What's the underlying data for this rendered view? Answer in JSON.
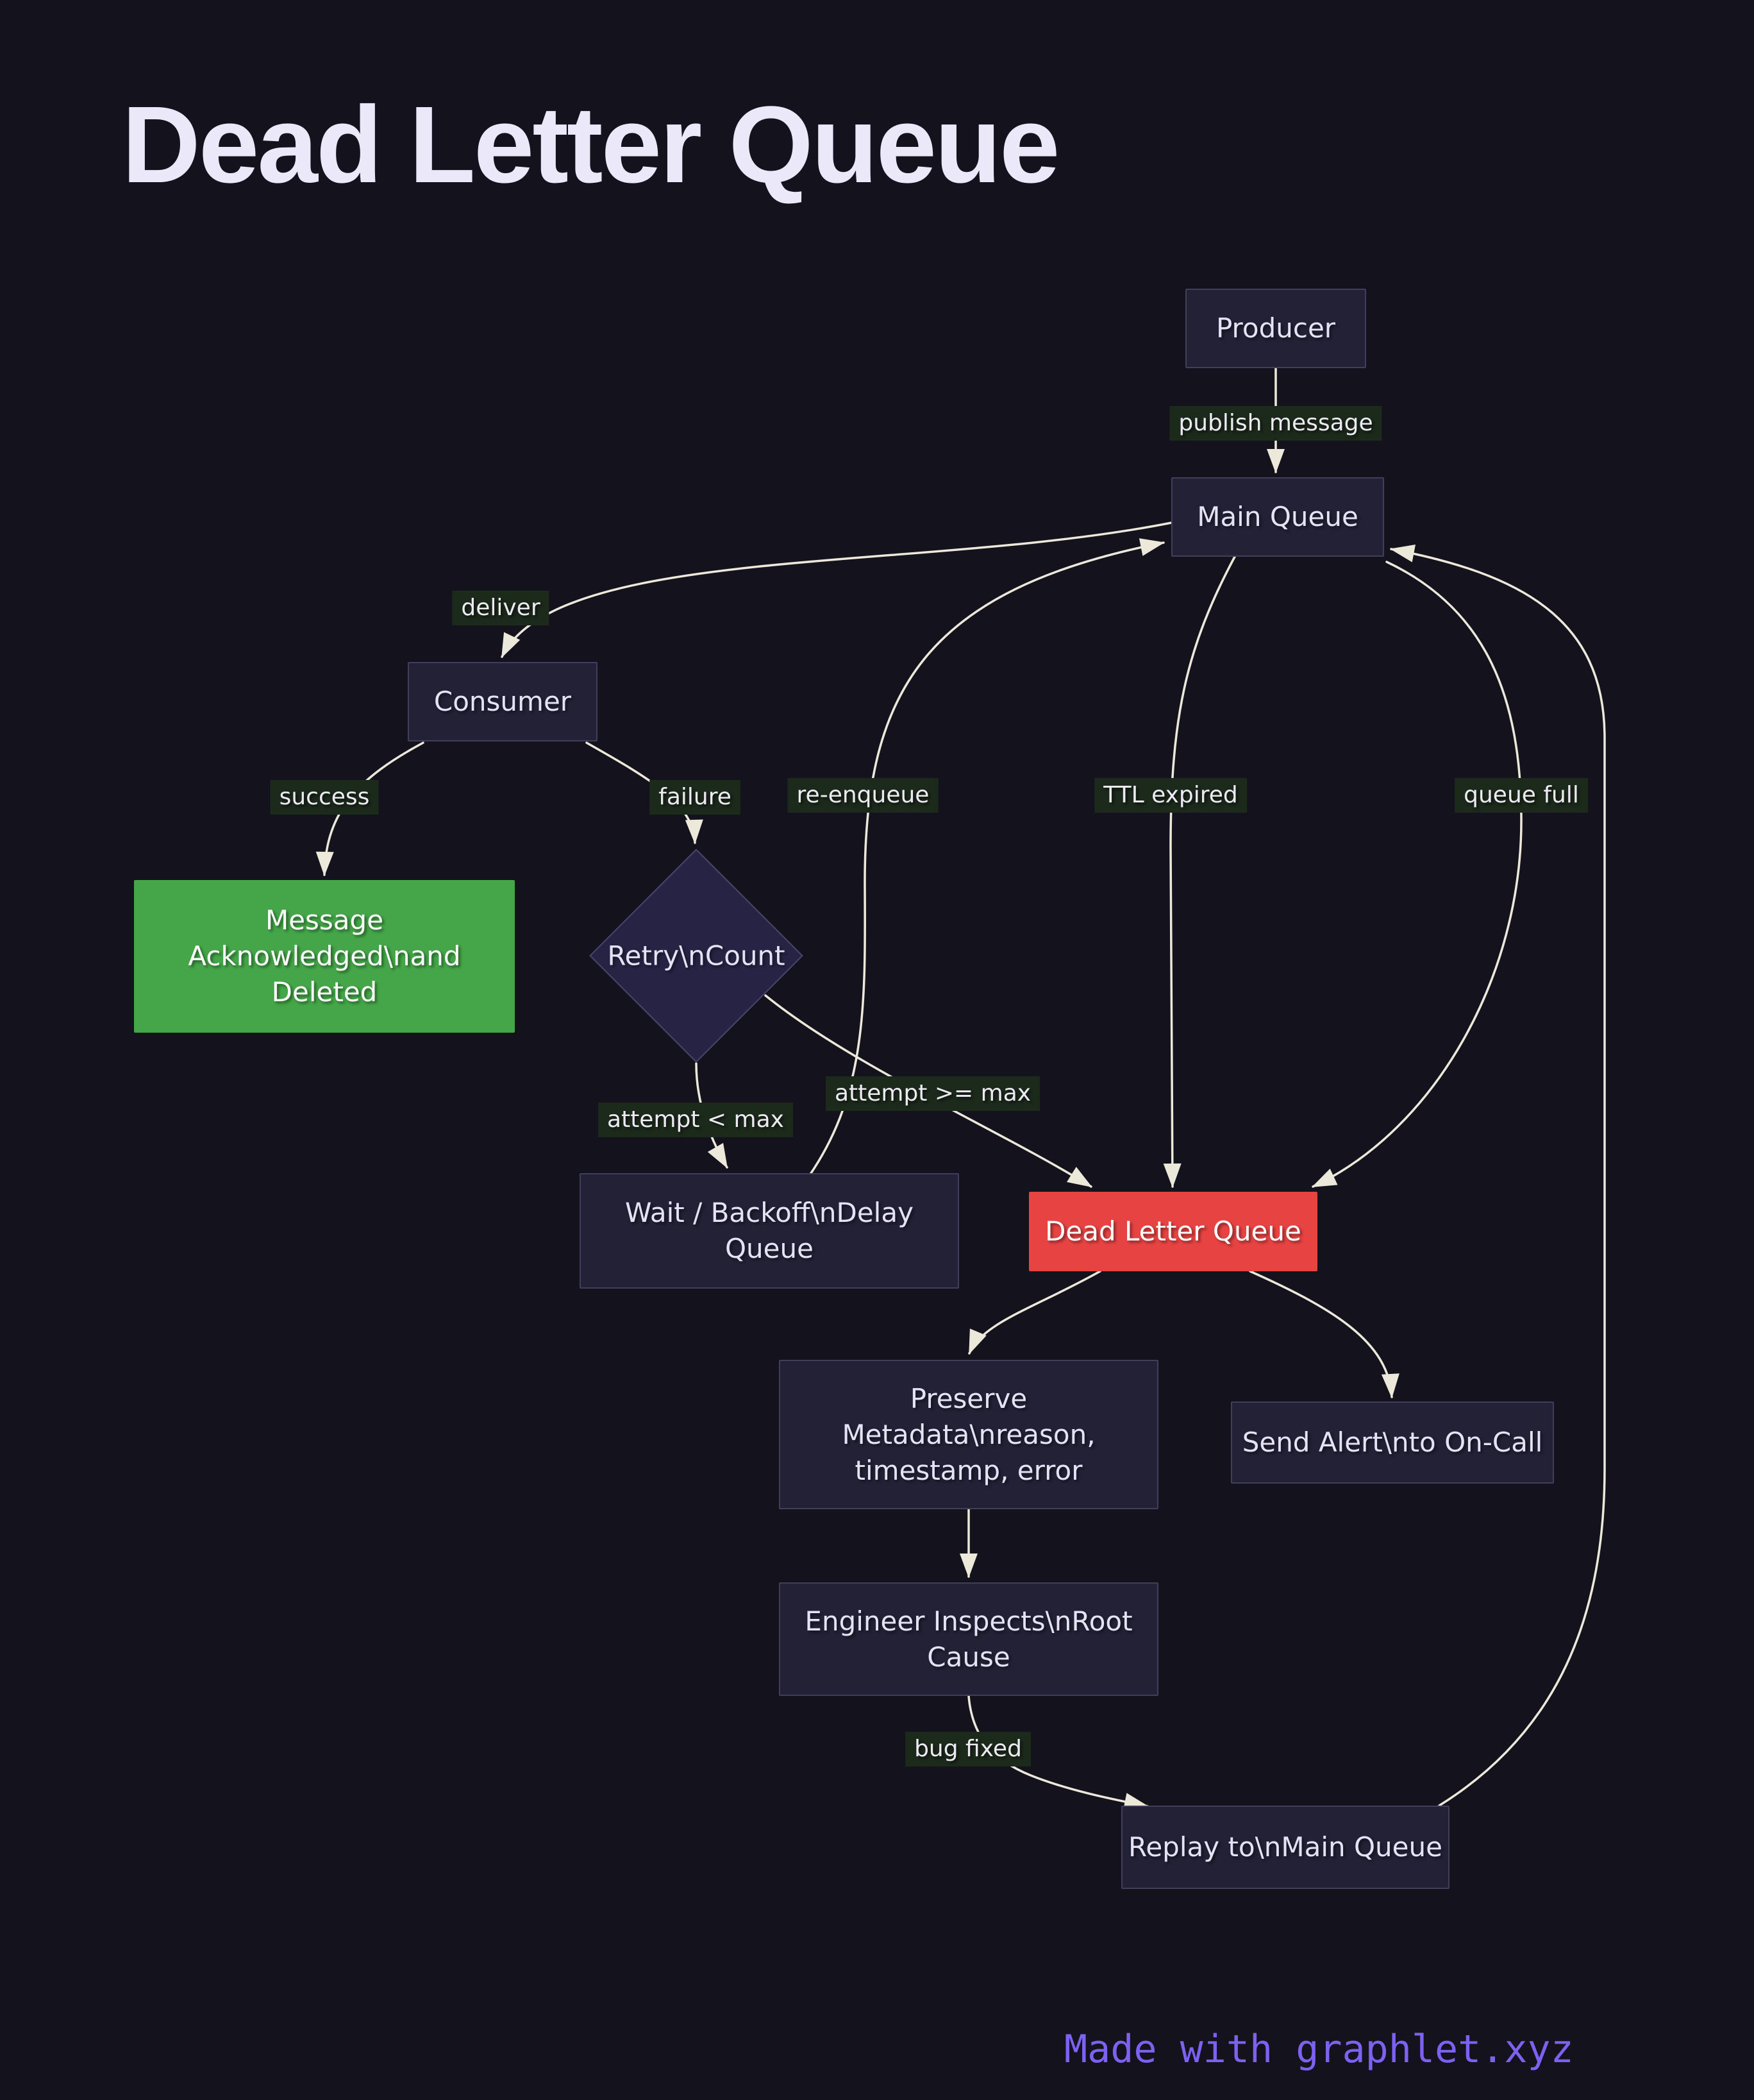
{
  "title": "Dead Letter Queue",
  "watermark": {
    "text": "Made with graphlet.xyz"
  },
  "colors": {
    "background": "#14121d",
    "node_fill": "#232136",
    "node_border": "#413d5b",
    "node_text": "#e6e2f6",
    "success_fill": "#44a648",
    "danger_fill": "#e84343",
    "edge": "#ece9db",
    "edge_label_bg": "#1c2a1b",
    "edge_label_text": "#edeaf4",
    "title_text": "#ebe8fa",
    "watermark_text": "#7d61f0"
  },
  "nodes": {
    "producer": {
      "label": "Producer"
    },
    "main_queue": {
      "label": "Main Queue"
    },
    "consumer": {
      "label": "Consumer"
    },
    "message_acknowledged": {
      "lines": [
        "Message",
        "Acknowledged\\nand",
        "Deleted"
      ]
    },
    "retry_count": {
      "label": "Retry\\nCount"
    },
    "wait_backoff": {
      "lines": [
        "Wait / Backoff\\nDelay",
        "Queue"
      ]
    },
    "dead_letter_queue": {
      "label": "Dead Letter Queue"
    },
    "preserve_metadata": {
      "lines": [
        "Preserve",
        "Metadata\\nreason,",
        "timestamp, error"
      ]
    },
    "send_alert": {
      "label": "Send Alert\\nto On-Call"
    },
    "engineer_inspects": {
      "lines": [
        "Engineer Inspects\\nRoot",
        "Cause"
      ]
    },
    "replay": {
      "label": "Replay to\\nMain Queue"
    }
  },
  "edge_labels": {
    "publish_message": "publish message",
    "deliver": "deliver",
    "success": "success",
    "failure": "failure",
    "re_enqueue": "re-enqueue",
    "ttl_expired": "TTL expired",
    "queue_full": "queue full",
    "attempt_lt_max": "attempt < max",
    "attempt_ge_max": "attempt >= max",
    "bug_fixed": "bug fixed"
  }
}
